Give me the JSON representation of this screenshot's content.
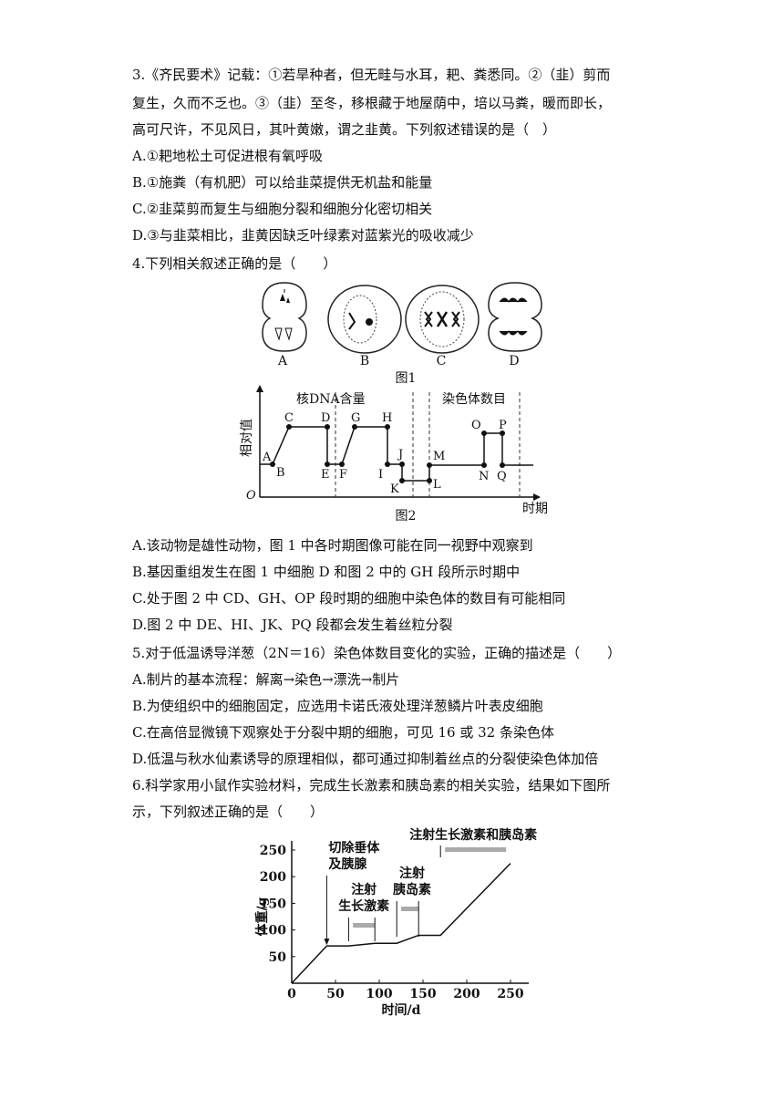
{
  "q3": {
    "stem": [
      "3.《齐民要术》记载：①若旱种者，但无畦与水耳，耙、粪悉同。②（韭）剪而",
      "复生，久而不乏也。③（韭）至冬，移根藏于地屋荫中，培以马粪，暖而即长，",
      "高可尺许，不见风日，其叶黄嫩，谓之韭黄。下列叙述错误的是（　）"
    ],
    "options": [
      "A.①耙地松土可促进根有氧呼吸",
      "B.①施粪（有机肥）可以给韭菜提供无机盐和能量",
      "C.②韭菜剪而复生与细胞分裂和细胞分化密切相关",
      "D.③与韭菜相比，韭黄因缺乏叶绿素对蓝紫光的吸收减少"
    ]
  },
  "q4": {
    "stem": "4.下列相关叙述正确的是（　　）",
    "fig1": {
      "cells": [
        "A",
        "B",
        "C",
        "D"
      ],
      "caption": "图1"
    },
    "fig2": {
      "caption": "图2",
      "ylabel": "相对值",
      "xlabel": "时期",
      "origin": "O",
      "section1": "核DNA含量",
      "section2": "染色体数目",
      "points": [
        "A",
        "B",
        "C",
        "D",
        "E",
        "F",
        "G",
        "H",
        "I",
        "J",
        "K",
        "L",
        "M",
        "N",
        "O",
        "P",
        "Q"
      ]
    },
    "options": [
      "A.该动物是雄性动物，图 1 中各时期图像可能在同一视野中观察到",
      "B.基因重组发生在图 1 中细胞 D 和图 2 中的 GH 段所示时期中",
      "C.处于图 2 中 CD、GH、OP 段时期的细胞中染色体的数目有可能相同",
      "D.图 2 中 DE、HI、JK、PQ 段都会发生着丝粒分裂"
    ]
  },
  "q5": {
    "stem": "5.对于低温诱导洋葱（2N＝16）染色体数目变化的实验，正确的描述是（　　）",
    "options": [
      "A.制片的基本流程：解离→染色→漂洗→制片",
      "B.为使组织中的细胞固定，应选用卡诺氏液处理洋葱鳞片叶表皮细胞",
      "C.在高倍显微镜下观察处于分裂中期的细胞，可见 16 或 32 条染色体",
      "D.低温与秋水仙素诱导的原理相似，都可通过抑制着丝点的分裂使染色体加倍"
    ]
  },
  "q6": {
    "stem": [
      "6.科学家用小鼠作实验材料，完成生长激素和胰岛素的相关实验，结果如下图所",
      "示，下列叙述正确的是（　　）"
    ]
  },
  "chart_data": {
    "type": "line",
    "xlabel": "时间/d",
    "ylabel": "体重/g",
    "xlim": [
      0,
      250
    ],
    "ylim": [
      0,
      250
    ],
    "xticks": [
      0,
      50,
      100,
      150,
      200,
      250
    ],
    "yticks": [
      50,
      100,
      150,
      200,
      250
    ],
    "x": [
      0,
      40,
      65,
      95,
      120,
      145,
      170,
      250
    ],
    "y": [
      0,
      70,
      70,
      75,
      75,
      90,
      90,
      225
    ],
    "annotations": [
      {
        "text": [
          "切除垂体",
          "及胰腺"
        ],
        "x": 40
      },
      {
        "text": [
          "注射",
          "生长激素"
        ],
        "x_range": [
          70,
          95
        ]
      },
      {
        "text": [
          "注射",
          "胰岛素"
        ],
        "x_range": [
          125,
          145
        ]
      },
      {
        "text": [
          "注射生长激素和胰岛素"
        ],
        "x_range": [
          170,
          245
        ]
      }
    ]
  }
}
